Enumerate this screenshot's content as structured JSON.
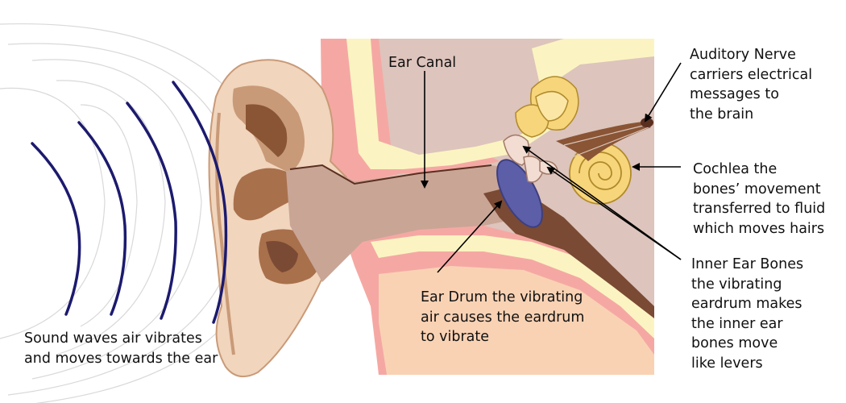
{
  "labels": {
    "ear_canal": "Ear Canal",
    "auditory_nerve": [
      "Auditory Nerve",
      "carriers electrical",
      "messages to",
      "the brain"
    ],
    "cochlea": [
      "Cochlea the",
      "bones’ movement",
      "transferred to fluid",
      "which moves hairs"
    ],
    "inner_ear_bones": [
      "Inner Ear Bones",
      "the vibrating",
      "eardrum makes",
      "the inner ear",
      "bones move",
      "like levers"
    ],
    "ear_drum": [
      "Ear Drum the vibrating",
      "air causes the eardrum",
      "to vibrate"
    ],
    "sound_waves": [
      "Sound waves air vibrates",
      "and moves towards the ear"
    ]
  },
  "colors": {
    "skin": "#f1d5bd",
    "skin_shadow": "#c99a78",
    "ear_fold": "#8a5535",
    "canal": "#c9a596",
    "canal_deep": "#7a4a34",
    "tissue_pink": "#f5a8a3",
    "tissue_yellow": "#fbf4c2",
    "bone_bg": "#ddc4bc",
    "cochlea": "#f7d57a",
    "eardrum": "#5c5ea8",
    "wave": "#1c1a6e",
    "faint_wave": "#d9d9d9"
  }
}
